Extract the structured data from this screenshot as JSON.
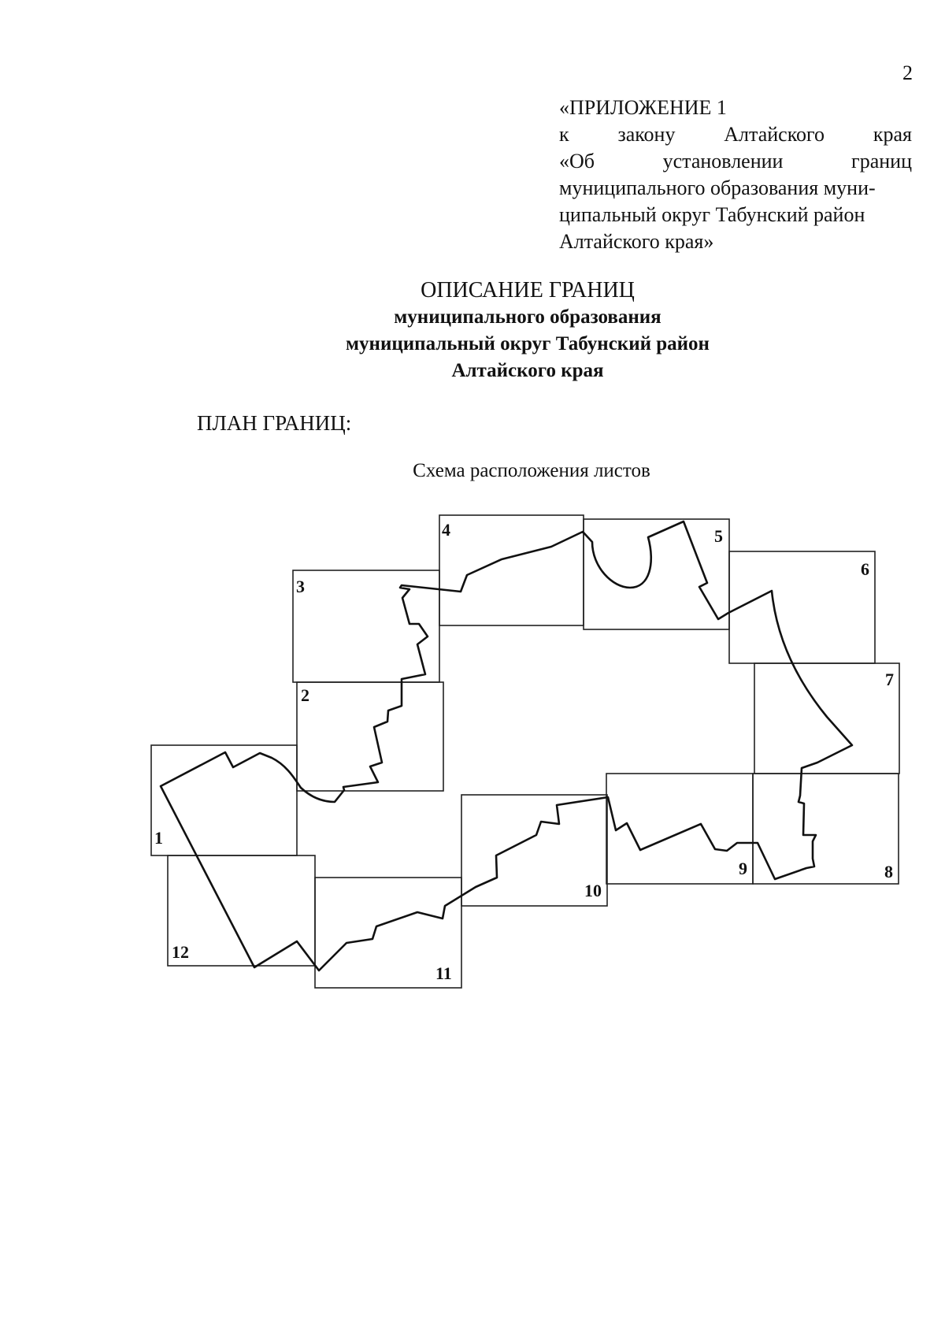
{
  "page_number": "2",
  "appendix": {
    "title": "«ПРИЛОЖЕНИЕ 1",
    "line2_words": [
      "к",
      "закону",
      "Алтайского",
      "края"
    ],
    "line3_words": [
      "«Об",
      "установлении",
      "границ"
    ],
    "line4": "муниципального образования муни-",
    "line5": "ципальный округ Табунский район",
    "line6": "Алтайского края»"
  },
  "document": {
    "title": "ОПИСАНИЕ ГРАНИЦ",
    "subtitle_lines": [
      "муниципального образования",
      "муниципальный округ Табунский район",
      "Алтайского края"
    ]
  },
  "plan": {
    "heading": "ПЛАН ГРАНИЦ:",
    "scheme_title": "Схема расположения листов",
    "sheets": [
      {
        "label": "1"
      },
      {
        "label": "2"
      },
      {
        "label": "3"
      },
      {
        "label": "4"
      },
      {
        "label": "5"
      },
      {
        "label": "6"
      },
      {
        "label": "7"
      },
      {
        "label": "8"
      },
      {
        "label": "9"
      },
      {
        "label": "10"
      },
      {
        "label": "11"
      },
      {
        "label": "12"
      }
    ]
  }
}
